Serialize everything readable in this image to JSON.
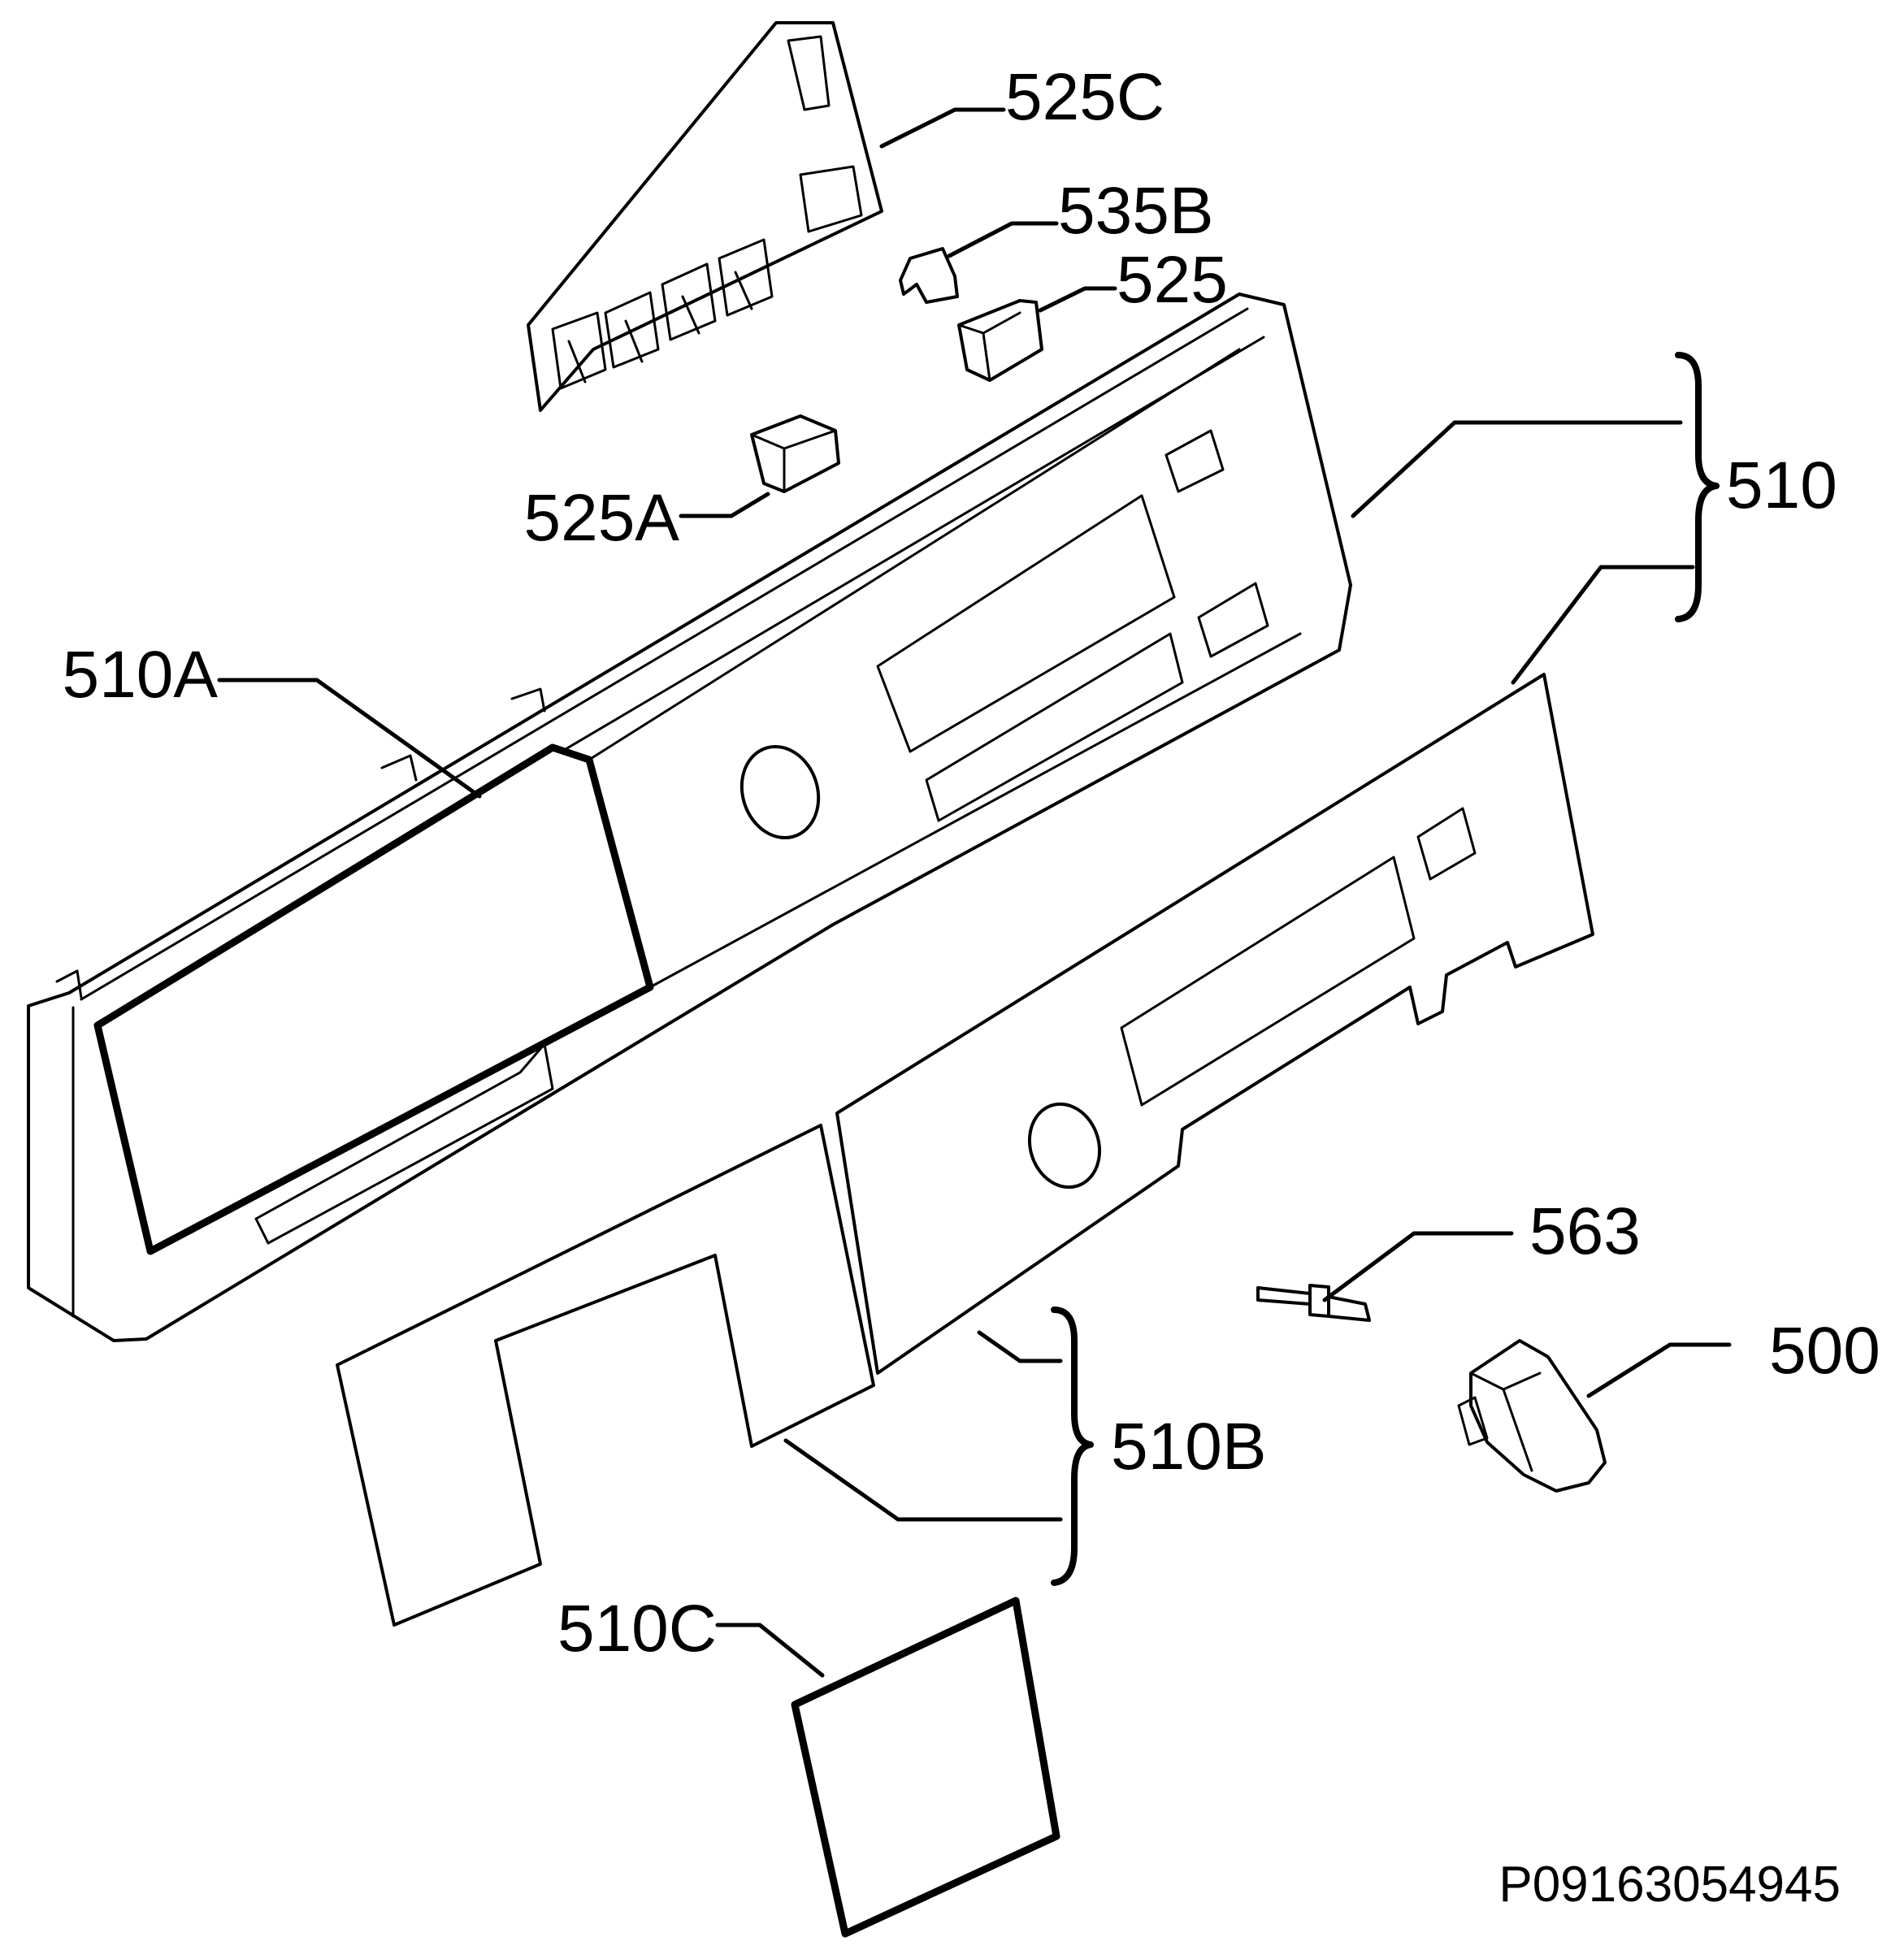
{
  "callouts": {
    "p525C": "525C",
    "p535B": "535B",
    "p525": "525",
    "p525A": "525A",
    "p510": "510",
    "p510A": "510A",
    "p563": "563",
    "p500": "500",
    "p510B": "510B",
    "p510C": "510C"
  },
  "drawing_code": "P09163054945"
}
